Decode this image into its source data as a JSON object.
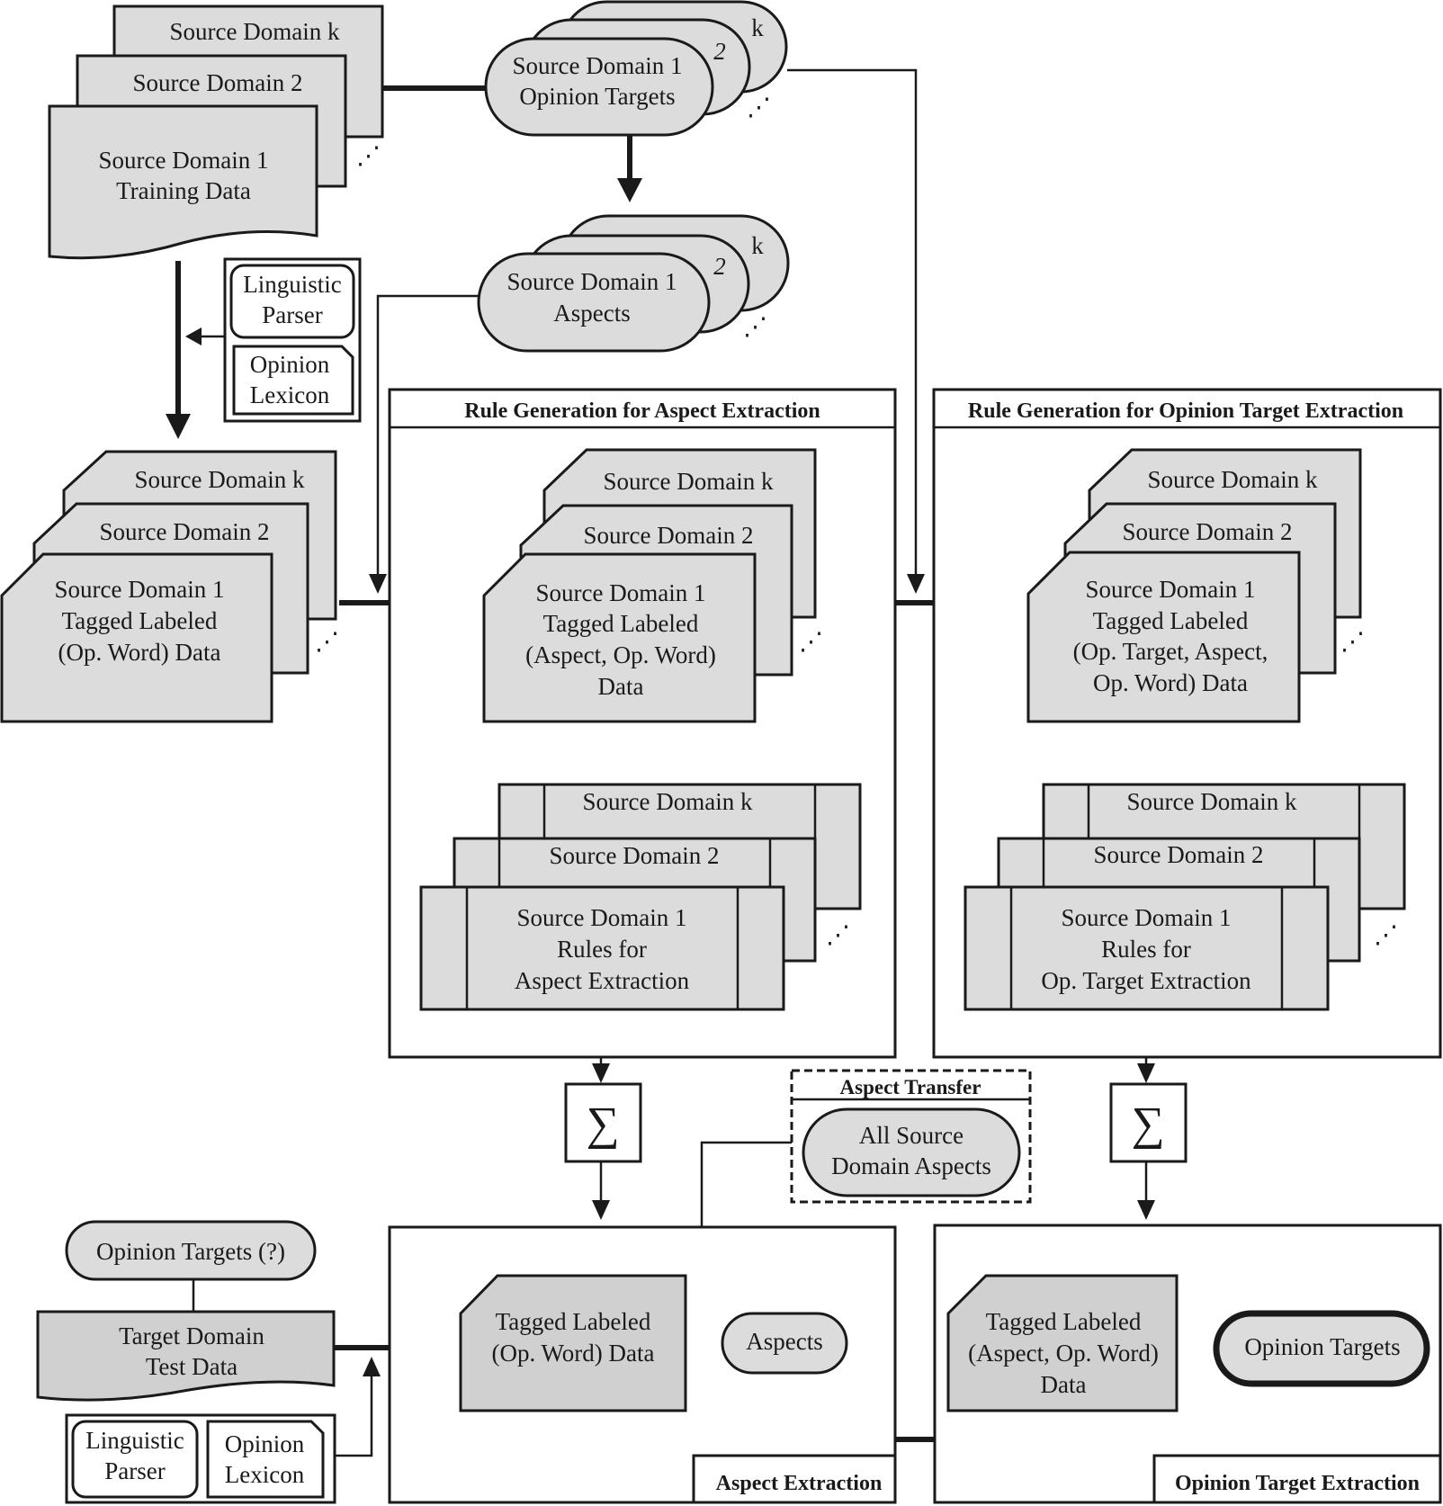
{
  "top": {
    "training": {
      "k": "Source Domain k",
      "two": "Source Domain 2",
      "one_a": "Source Domain 1",
      "one_b": "Training Data"
    },
    "targets": {
      "k": "k",
      "two": "2",
      "one_a": "Source Domain 1",
      "one_b": "Opinion Targets"
    },
    "aspects": {
      "k": "k",
      "two": "2",
      "one_a": "Source Domain 1",
      "one_b": "Aspects"
    },
    "parser": {
      "parser_a": "Linguistic",
      "parser_b": "Parser",
      "lexicon_a": "Opinion",
      "lexicon_b": "Lexicon"
    }
  },
  "left_tagged": {
    "k": "Source Domain k",
    "two": "Source Domain 2",
    "one_a": "Source Domain 1",
    "one_b": "Tagged Labeled",
    "one_c": "(Op. Word) Data"
  },
  "rg_aspect": {
    "title": "Rule Generation for Aspect Extraction",
    "data": {
      "k": "Source Domain k",
      "two": "Source Domain 2",
      "one_a": "Source Domain 1",
      "one_b": "Tagged Labeled",
      "one_c": "(Aspect, Op. Word)",
      "one_d": "Data"
    },
    "rules": {
      "k": "Source Domain k",
      "two": "Source Domain 2",
      "one_a": "Source Domain 1",
      "one_b": "Rules for",
      "one_c": "Aspect Extraction"
    }
  },
  "rg_target": {
    "title": "Rule Generation for Opinion Target Extraction",
    "data": {
      "k": "Source Domain k",
      "two": "Source Domain 2",
      "one_a": "Source Domain 1",
      "one_b": "Tagged Labeled",
      "one_c": "(Op. Target, Aspect,",
      "one_d": "Op. Word) Data"
    },
    "rules": {
      "k": "Source Domain k",
      "two": "Source Domain 2",
      "one_a": "Source Domain 1",
      "one_b": "Rules for",
      "one_c": "Op. Target Extraction"
    }
  },
  "sigma": "∑",
  "aspect_transfer": {
    "title": "Aspect Transfer",
    "line1": "All Source",
    "line2": "Domain Aspects"
  },
  "bottom_left": {
    "targets_q": "Opinion Targets (?)",
    "test_a": "Target Domain",
    "test_b": "Test Data",
    "parser_a": "Linguistic",
    "parser_b": "Parser",
    "lexicon_a": "Opinion",
    "lexicon_b": "Lexicon"
  },
  "aspect_extraction": {
    "title": "Aspect Extraction",
    "data_a": "Tagged Labeled",
    "data_b": "(Op. Word) Data",
    "aspects": "Aspects"
  },
  "target_extraction": {
    "title": "Opinion Target Extraction",
    "data_a": "Tagged Labeled",
    "data_b": "(Aspect, Op. Word)",
    "data_c": "Data",
    "targets": "Opinion Targets"
  }
}
